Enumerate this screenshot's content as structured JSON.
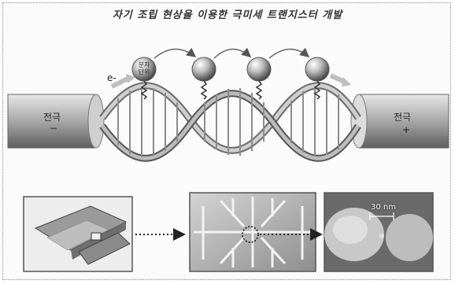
{
  "title": "자기 조립 현상을 이용한 극미세 트랜지스터 개발",
  "electron_label": "e-",
  "electrodes": [
    {
      "label": "전극",
      "sign": "−"
    },
    {
      "label": "전극",
      "sign": "+"
    }
  ],
  "molecule_label": "분자\n단위",
  "scale_label": "30 nm"
}
